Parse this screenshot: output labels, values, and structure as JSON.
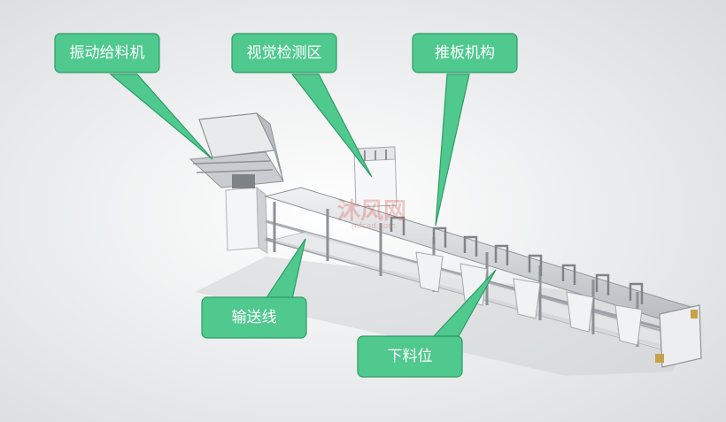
{
  "callouts": {
    "feeder": "振动给料机",
    "vision": "视觉检测区",
    "pusher": "推板机构",
    "conveyor": "输送线",
    "unload": "下料位"
  },
  "watermark": "沐风网",
  "watermark_url": "mfcad.com",
  "colors": {
    "callout": "#4fc98e",
    "callout_border": "#2f9c67",
    "frame": "#9aa0a6",
    "background": "#ffffff"
  }
}
